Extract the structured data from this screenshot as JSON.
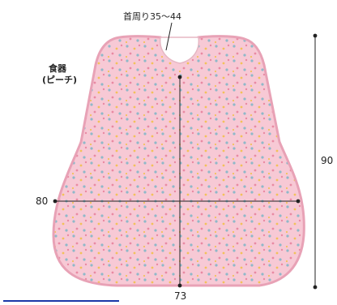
{
  "product": {
    "name_line1": "食器",
    "name_line2": "(ピーチ)"
  },
  "dimensions": {
    "neck": "首周り35〜44",
    "width_top": "80",
    "width_bottom": "73",
    "height": "90"
  },
  "colors": {
    "fabric": "#f6c7d3",
    "fabric_edge": "#e9a8bb",
    "line": "#222222",
    "accent_rule": "#1a38a8"
  }
}
